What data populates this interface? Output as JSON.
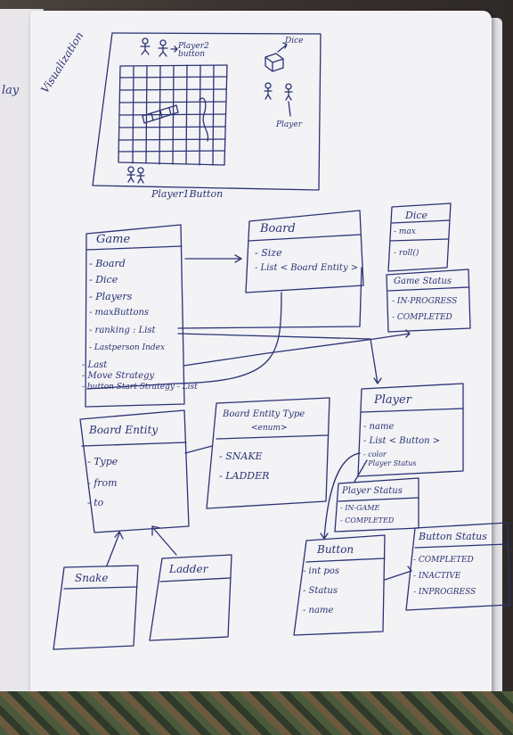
{
  "prev_page": {
    "text": "lay"
  },
  "visualization": {
    "label": "Visualization",
    "player2_button": "Player2 button",
    "dice_label": "Dice",
    "player_label": "Player",
    "player1_button": "Player1Button"
  },
  "classes": {
    "game": {
      "title": "Game",
      "fields": [
        "- Board",
        "- Dice",
        "- Players",
        "- maxButtons",
        "- ranking : List",
        "- Lastperson Index",
        "- Last",
        "- Move Strategy",
        "- button Start Strategy - List"
      ]
    },
    "board": {
      "title": "Board",
      "fields": [
        "- Size",
        "- List < Board Entity >"
      ]
    },
    "dice": {
      "title": "Dice",
      "fields": [
        "- max",
        "- roll()"
      ]
    },
    "game_status": {
      "title": "Game Status",
      "fields": [
        "- IN-PROGRESS",
        "- COMPLETED"
      ]
    },
    "board_entity": {
      "title": "Board Entity",
      "fields": [
        "- Type",
        "- from",
        "- to"
      ]
    },
    "board_entity_type": {
      "title": "Board Entity Type",
      "subtitle": "<enum>",
      "fields": [
        "- SNAKE",
        "- LADDER"
      ]
    },
    "player": {
      "title": "Player",
      "fields": [
        "- name",
        "- List < Button >",
        "- color",
        "- Player Status"
      ]
    },
    "player_status": {
      "title": "Player Status",
      "fields": [
        "- IN-GAME",
        "- COMPLETED"
      ]
    },
    "button": {
      "title": "Button",
      "fields": [
        "- int pos",
        "- Status",
        "- name"
      ]
    },
    "button_status": {
      "title": "Button Status",
      "fields": [
        "- COMPLETED",
        "- INACTIVE",
        "- INPROGRESS"
      ]
    },
    "snake": {
      "title": "Snake"
    },
    "ladder": {
      "title": "Ladder"
    }
  }
}
